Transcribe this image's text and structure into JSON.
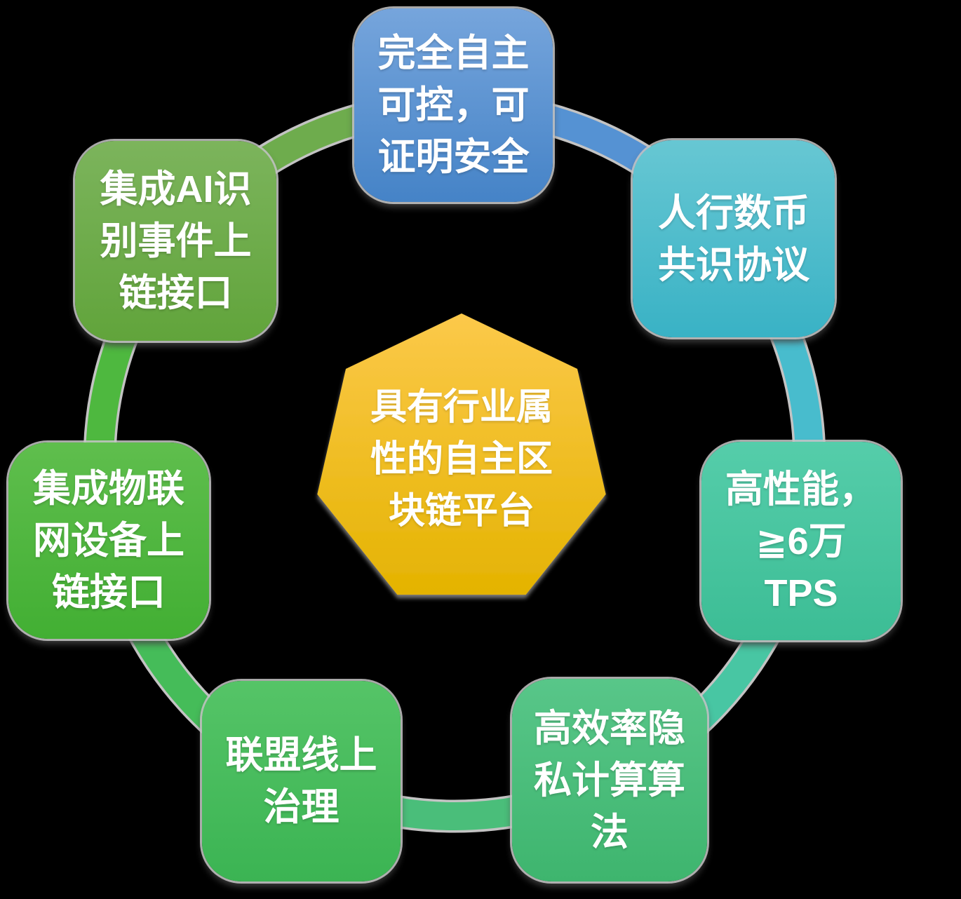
{
  "background_color": "#000000",
  "ring": {
    "outline_color": "#C3C3C3"
  },
  "center": {
    "label": "具有行业属\n性的自主区\n块链平台",
    "color_top": "#FCC94A",
    "color_bottom": "#E4B301"
  },
  "nodes": [
    {
      "id": "top",
      "label": "完全自主\n可控，可\n证明安全",
      "color_top": "#76A5DC",
      "color_bottom": "#4583C7",
      "arc_color": "#5592D3"
    },
    {
      "id": "top-right",
      "label": "人行数币\n共识协议",
      "color_top": "#67C7D3",
      "color_bottom": "#39B2C5",
      "arc_color": "#48BCCD"
    },
    {
      "id": "right",
      "label": "高性能，\n≧6万\nTPS",
      "color_top": "#55CDAA",
      "color_bottom": "#3CBD95",
      "arc_color": "#48C6A3"
    },
    {
      "id": "bottom-right",
      "label": "高效率隐\n私计算算\n法",
      "color_top": "#58C689",
      "color_bottom": "#3EB56E",
      "arc_color": "#4ABE7A"
    },
    {
      "id": "bottom-left",
      "label": "联盟线上\n治理",
      "color_top": "#55C467",
      "color_bottom": "#3BB453",
      "arc_color": "#45BC59"
    },
    {
      "id": "left",
      "label": "集成物联\n网设备上\n链接口",
      "color_top": "#5FBE4D",
      "color_bottom": "#42AF33",
      "arc_color": "#4EB83F"
    },
    {
      "id": "top-left",
      "label": "集成AI识\n别事件上\n链接口",
      "color_top": "#7CB45C",
      "color_bottom": "#61A43B",
      "arc_color": "#6EAC4D"
    }
  ]
}
